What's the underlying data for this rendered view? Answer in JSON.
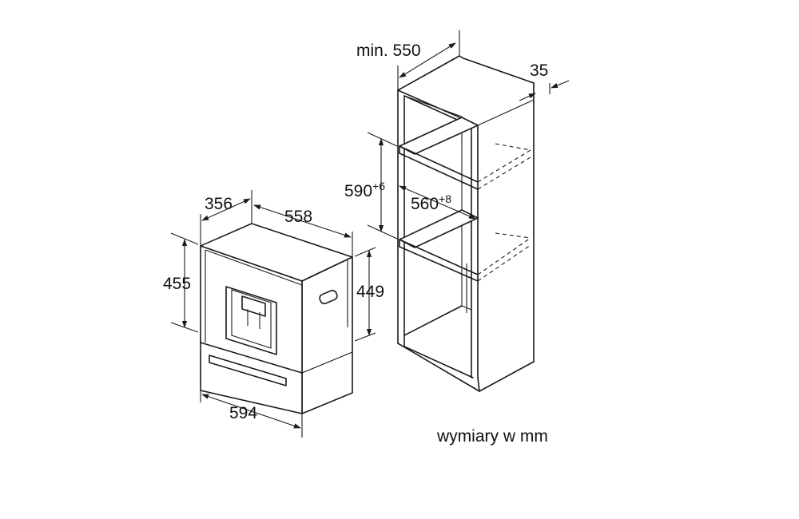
{
  "appliance": {
    "width": "594",
    "height_front": "455",
    "height_side": "449",
    "depth": "558",
    "depth_top": "356"
  },
  "cabinet": {
    "min_depth": "min. 550",
    "back_gap": "35",
    "niche_height": "590",
    "niche_height_tol": "+6",
    "niche_width": "560",
    "niche_width_tol": "+8"
  },
  "caption": "wymiary w mm"
}
